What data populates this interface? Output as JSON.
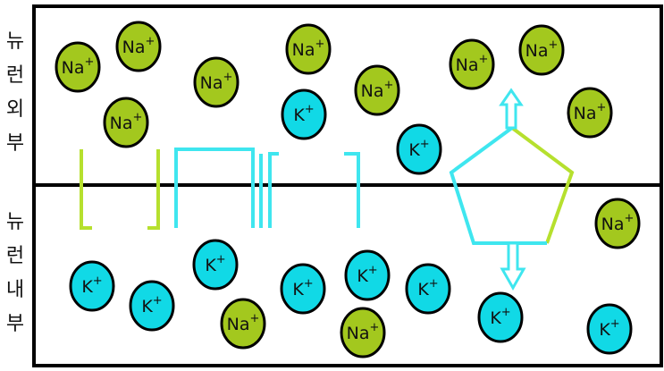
{
  "labels": {
    "outside": [
      "뉴",
      "런",
      "외",
      "부"
    ],
    "inside": [
      "뉴",
      "런",
      "내",
      "부"
    ]
  },
  "ions": {
    "sodium": {
      "symbol": "Na",
      "charge": "+",
      "color": "#a3c81e"
    },
    "potassium": {
      "symbol": "K",
      "charge": "+",
      "color": "#11d9e6"
    }
  },
  "colors": {
    "channel_green": "#b6e02e",
    "channel_cyan": "#3fe6ef",
    "membrane": "#000000"
  }
}
